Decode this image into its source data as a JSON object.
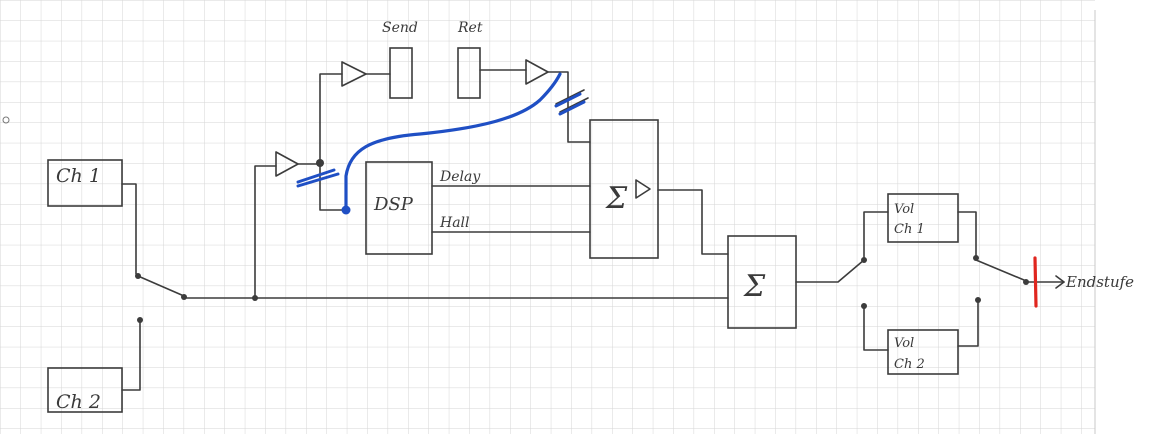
{
  "diagram": {
    "labels": {
      "ch1": "Ch 1",
      "ch2": "Ch 2",
      "dsp": "DSP",
      "delay": "Delay",
      "hall": "Hall",
      "send": "Send",
      "ret": "Ret",
      "sum1": "Σ",
      "sum2": "Σ",
      "vol_ch1_line1": "Vol",
      "vol_ch1_line2": "Ch 1",
      "vol_ch2_line1": "Vol",
      "vol_ch2_line2": "Ch 2",
      "output": "Endstufe"
    },
    "colors": {
      "paper": "#ffffff",
      "grid": "#d6d6d6",
      "ink": "#3c3c3c",
      "correction_blue": "#1f4fc4",
      "cut_red": "#e0261f"
    }
  }
}
